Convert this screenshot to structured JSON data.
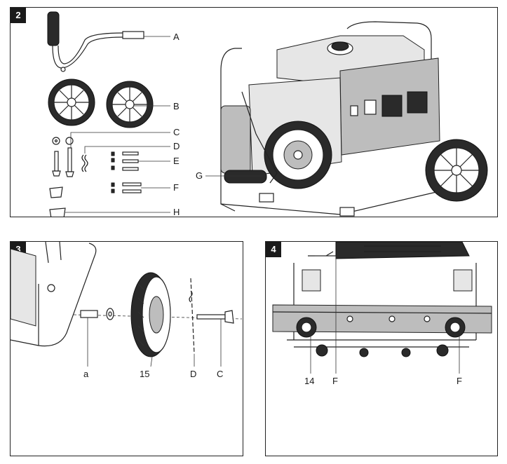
{
  "figure2": {
    "number": "2",
    "labels": {
      "A": "A",
      "B": "B",
      "C": "C",
      "D": "D",
      "E": "E",
      "F": "F",
      "G": "G",
      "H": "H"
    }
  },
  "figure3": {
    "number": "3",
    "labels": {
      "a": "a",
      "wheel": "15",
      "D": "D",
      "C": "C"
    }
  },
  "figure4": {
    "number": "4",
    "labels": {
      "foot": "14",
      "F_left": "F",
      "F_right": "F"
    }
  }
}
